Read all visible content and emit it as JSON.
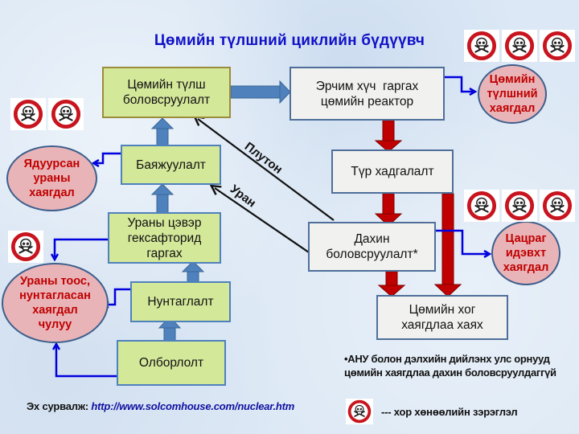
{
  "title": "Цөмийн түлшний циклийн бүдүүвч",
  "colors": {
    "title": "#1010c8",
    "green_box": "#d4e89a",
    "gray_box": "#f1f1ef",
    "ellipse_fill": "#e8b4b8",
    "ellipse_text": "#c00000",
    "blue_arrow": "#4f81bd",
    "red_arrow": "#c00000",
    "waste_line": "#0000dd"
  },
  "boxes": {
    "fuel_fabrication": [
      "Цөмийн түлш",
      "боловсруулалт"
    ],
    "reactor": [
      "Эрчим хүч  гаргах",
      "цөмийн реактор"
    ],
    "enrichment": [
      "Баяжуулалт"
    ],
    "hexafluoride": [
      "Ураны цэвэр",
      "гексафторид",
      "гаргах"
    ],
    "milling": [
      "Нунтаглалт"
    ],
    "mining": [
      "Олборлолт"
    ],
    "interim_storage": [
      "Түр хадгалалт"
    ],
    "reprocessing": [
      "Дахин",
      "боловсруулалт*"
    ],
    "disposal": [
      "Цөмийн хог",
      "хаягдлаа хаях"
    ]
  },
  "wastes": {
    "spent_fuel": [
      "Цөмийн",
      "түлшний",
      "хаягдал"
    ],
    "depleted_uranium": [
      "Ядуурсан",
      "ураны",
      "хаягдал"
    ],
    "mill_tailings": [
      "Ураны тоос,",
      "нунтагласан",
      "хаягдал",
      "чулуу"
    ],
    "radioactive": [
      "Цацраг",
      "идэвхт",
      "хаягдал"
    ]
  },
  "arrow_labels": {
    "plutonium": "Плутон",
    "uranium": "Уран"
  },
  "note": "•АНУ болон дэлхийн дийлэнх улс орнууд цөмийн хаягдлаа дахин боловсруулдаггүй",
  "source": {
    "label": "Эх сурвалж:",
    "url": "http://www.solcomhouse.com/nuclear.htm"
  },
  "legend": {
    "icon": "skull-hazard-icon",
    "text": "--- хор хөнөөлийн зэрэглэл"
  },
  "hazard_levels": {
    "spent_fuel": 3,
    "depleted_uranium": 2,
    "mill_tailings": 1,
    "radioactive": 3
  }
}
